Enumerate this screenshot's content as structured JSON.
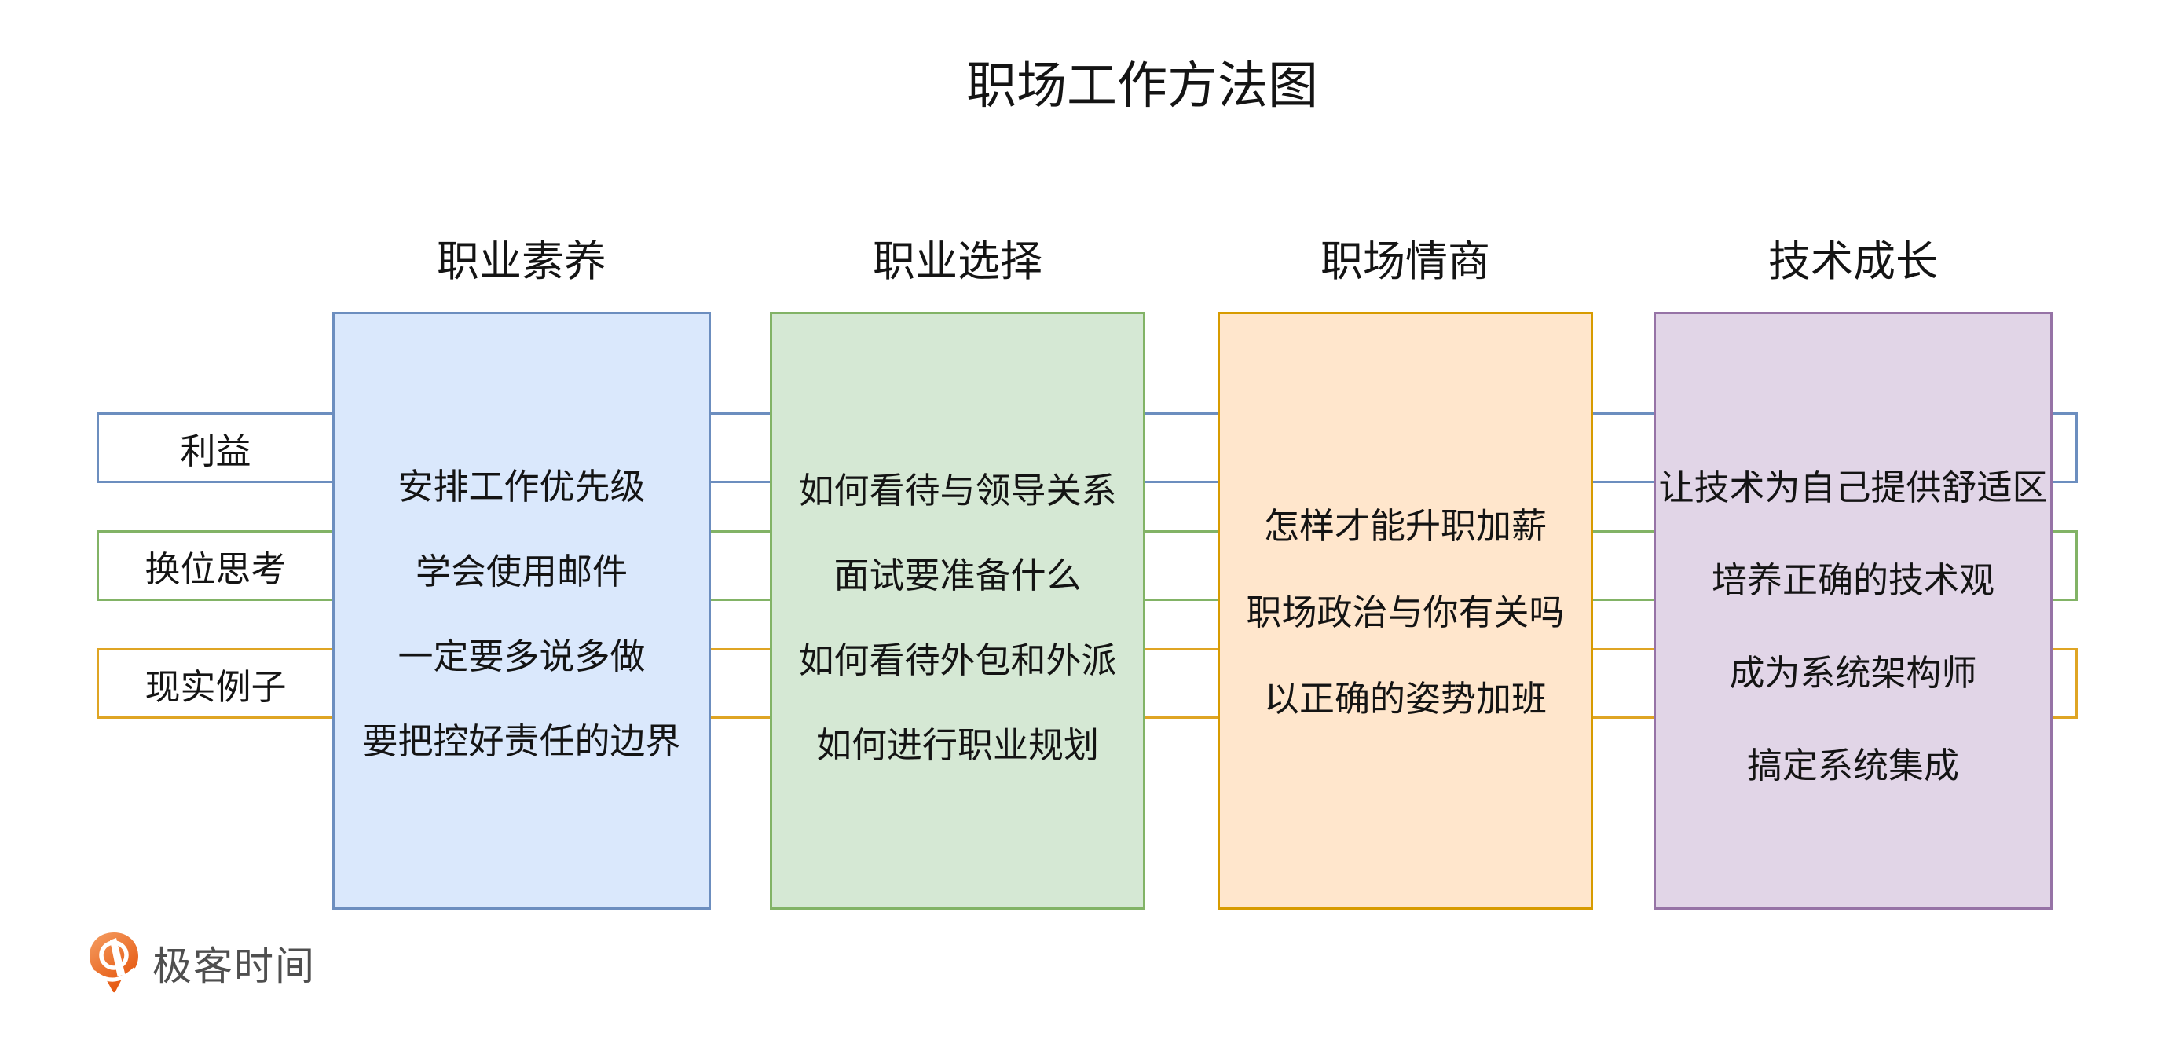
{
  "title": "职场工作方法图",
  "columns": [
    {
      "header": "职业素养",
      "fill": "#DAE8FC",
      "stroke": "#6C8EBF",
      "items": [
        "安排工作优先级",
        "学会使用邮件",
        "一定要多说多做",
        "要把控好责任的边界"
      ]
    },
    {
      "header": "职业选择",
      "fill": "#D5E8D4",
      "stroke": "#82B366",
      "items": [
        "如何看待与领导关系",
        "面试要准备什么",
        "如何看待外包和外派",
        "如何进行职业规划"
      ]
    },
    {
      "header": "职场情商",
      "fill": "#FFE6CC",
      "stroke": "#D79B00",
      "items": [
        "怎样才能升职加薪",
        "职场政治与你有关吗",
        "以正确的姿势加班"
      ]
    },
    {
      "header": "技术成长",
      "fill": "#E1D5E7",
      "stroke": "#9673A6",
      "items": [
        "让技术为自己提供舒适区",
        "培养正确的技术观",
        "成为系统架构师",
        "搞定系统集成"
      ]
    }
  ],
  "rows": [
    {
      "label": "利益",
      "stroke": "#6C8EBF"
    },
    {
      "label": "换位思考",
      "stroke": "#82B366"
    },
    {
      "label": "现实例子",
      "stroke": "#DFA524"
    }
  ],
  "logo": {
    "text": "极客时间",
    "icon": "geektime-pin-icon",
    "brand_orange": "#EA6219",
    "text_color": "#4F4F4F"
  },
  "background": "#FFFFFF"
}
